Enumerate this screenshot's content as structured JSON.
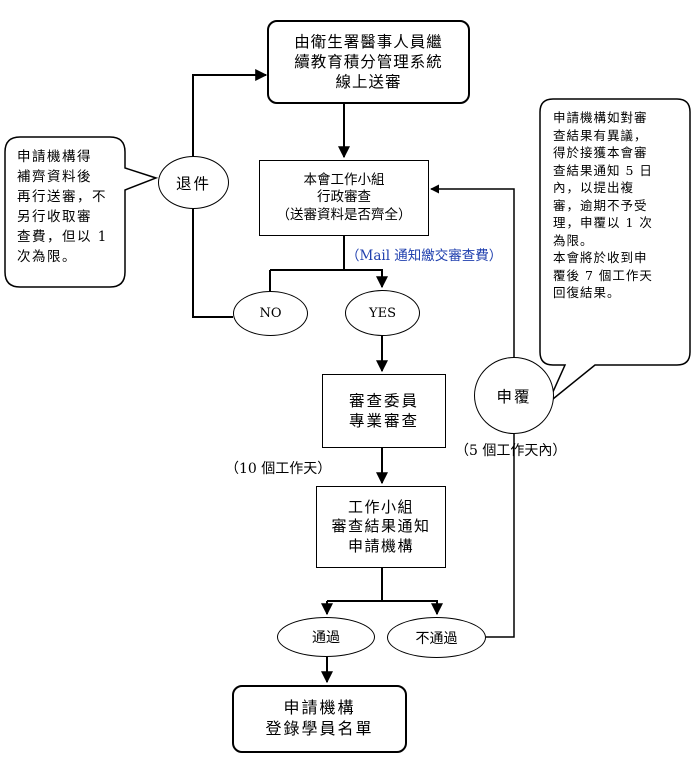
{
  "nodes": {
    "online_submit": "由衛生署醫事人員繼\n續教育積分管理系統\n線上送審",
    "admin_review": "本會工作小組\n行政審查\n（送審資料是否齊全）",
    "committee_review": "審查委員\n專業審查",
    "notify_result": "工作小組\n審查結果通知\n申請機構",
    "register_roster": "申請機構\n登錄學員名單"
  },
  "decisions": {
    "no": "NO",
    "yes": "YES",
    "pass": "通過",
    "fail": "不通過",
    "returned": "退件",
    "appeal": "申覆"
  },
  "labels": {
    "mail_notice": "（Mail 通知繳交審查費）",
    "ten_days": "（10 個工作天）",
    "five_days": "（5 個工作天內）"
  },
  "notes": {
    "resubmit": "申請機構得\n補齊資料後\n再行送審，不\n另行收取審\n查費，但以 1\n次為限。",
    "appeal_rule": "申請機構如對審\n查結果有異議，\n得於接獲本會審\n查結果通知 5 日\n內，以提出複\n審，逾期不予受\n理，申覆以 1 次\n為限。\n本會將於收到申\n覆後 7 個工作天\n回復結果。"
  },
  "colors": {
    "line": "#000000",
    "mail_text": "#1f3fae"
  }
}
